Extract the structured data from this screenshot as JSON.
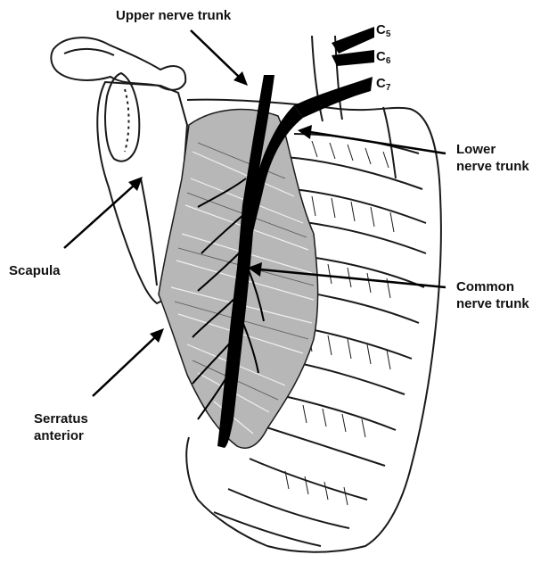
{
  "labels": {
    "upper_nerve_trunk": "Upper nerve trunk",
    "lower_nerve_trunk_line1": "Lower",
    "lower_nerve_trunk_line2": "nerve trunk",
    "common_nerve_trunk_line1": "Common",
    "common_nerve_trunk_line2": "nerve trunk",
    "scapula": "Scapula",
    "serratus_anterior_line1": "Serratus",
    "serratus_anterior_line2": "anterior"
  },
  "roots": [
    {
      "letter": "C",
      "number": "5"
    },
    {
      "letter": "C",
      "number": "6"
    },
    {
      "letter": "C",
      "number": "7"
    }
  ],
  "colors": {
    "nerve": "#000000",
    "muscle": "#b7b7b7",
    "outline": "#1a1a1a",
    "background": "#ffffff"
  }
}
